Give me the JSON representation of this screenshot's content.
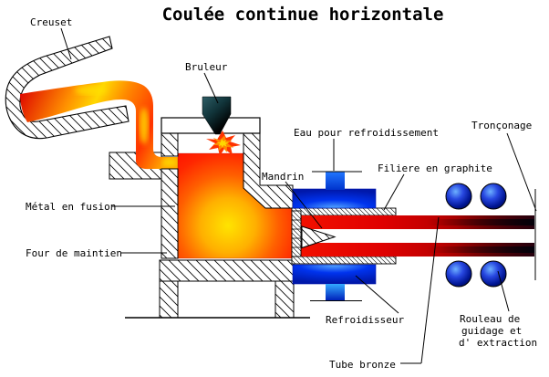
{
  "diagram": {
    "title": "Coulée continue horizontale",
    "labels": {
      "creuset": "Creuset",
      "bruleur": "Bruleur",
      "eau_refroidissement": "Eau pour refroidissement",
      "tronconage": "Tronçonage",
      "filiere_graphite": "Filiere en graphite",
      "mandrin": "Mandrin",
      "metal_fusion": "Métal en fusion",
      "four_maintien": "Four de maintien",
      "refroidisseur": "Refroidisseur",
      "rouleau_line1": "Rouleau de",
      "rouleau_line2": "guidage et",
      "rouleau_line3": "d' extraction",
      "tube_bronze": "Tube bronze"
    },
    "colors": {
      "background": "#ffffff",
      "outline": "#000000",
      "title_text": "#000000",
      "molten_red": "#ee1000",
      "molten_orange": "#ff8800",
      "molten_yellow": "#ffdf00",
      "cooled_tube_dark": "#420008",
      "water_blue": "#0033ee",
      "water_blue_light": "#55aaff",
      "roller_navy": "#001060",
      "burner_dark": "#0d272c"
    }
  }
}
